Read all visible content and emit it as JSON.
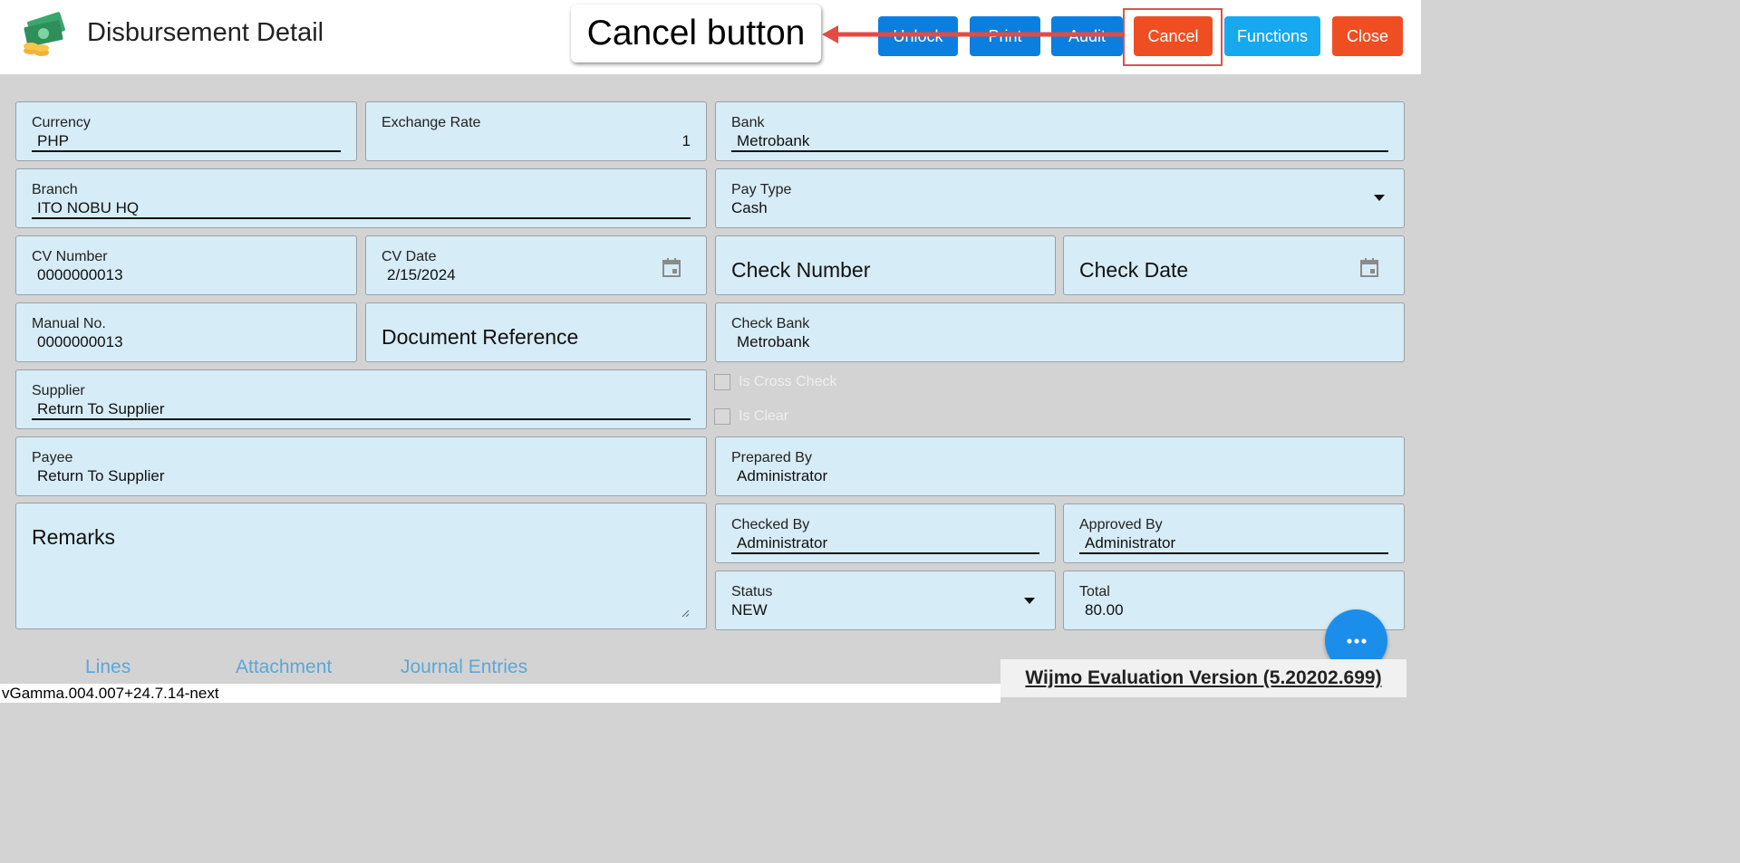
{
  "header": {
    "title": "Disbursement Detail",
    "buttons": {
      "unlock": "Unlock",
      "print": "Print",
      "audit": "Audit",
      "cancel": "Cancel",
      "functions": "Functions",
      "close": "Close"
    },
    "annotation": "Cancel button"
  },
  "form": {
    "currency": {
      "label": "Currency",
      "value": "PHP"
    },
    "exchange_rate": {
      "label": "Exchange Rate",
      "value": "1"
    },
    "bank": {
      "label": "Bank",
      "value": "Metrobank"
    },
    "branch": {
      "label": "Branch",
      "value": "ITO NOBU HQ"
    },
    "pay_type": {
      "label": "Pay Type",
      "value": "Cash"
    },
    "cv_number": {
      "label": "CV Number",
      "value": "0000000013"
    },
    "cv_date": {
      "label": "CV Date",
      "value": "2/15/2024"
    },
    "check_number": {
      "placeholder": "Check Number"
    },
    "check_date": {
      "placeholder": "Check Date"
    },
    "manual_no": {
      "label": "Manual No.",
      "value": "0000000013"
    },
    "document_reference": {
      "placeholder": "Document Reference"
    },
    "check_bank": {
      "label": "Check Bank",
      "value": "Metrobank"
    },
    "supplier": {
      "label": "Supplier",
      "value": "Return To Supplier"
    },
    "is_cross_check": {
      "label": "Is Cross Check"
    },
    "is_clear": {
      "label": "Is Clear"
    },
    "payee": {
      "label": "Payee",
      "value": "Return To Supplier"
    },
    "prepared_by": {
      "label": "Prepared By",
      "value": "Administrator"
    },
    "remarks": {
      "placeholder": "Remarks"
    },
    "checked_by": {
      "label": "Checked By",
      "value": "Administrator"
    },
    "approved_by": {
      "label": "Approved By",
      "value": "Administrator"
    },
    "status": {
      "label": "Status",
      "value": "NEW"
    },
    "total": {
      "label": "Total",
      "value": "80.00"
    }
  },
  "tabs": {
    "lines": "Lines",
    "attachment": "Attachment",
    "journal_entries": "Journal Entries"
  },
  "footer": {
    "wijmo": "Wijmo Evaluation Version (5.20202.699)",
    "version": "vGamma.004.007+24.7.14-next"
  },
  "colors": {
    "primary_blue": "#0b7fe0",
    "cyan": "#17a9ef",
    "orange": "#ef4e23",
    "field_bg": "#d6ecf6",
    "highlight": "#d9534f"
  }
}
